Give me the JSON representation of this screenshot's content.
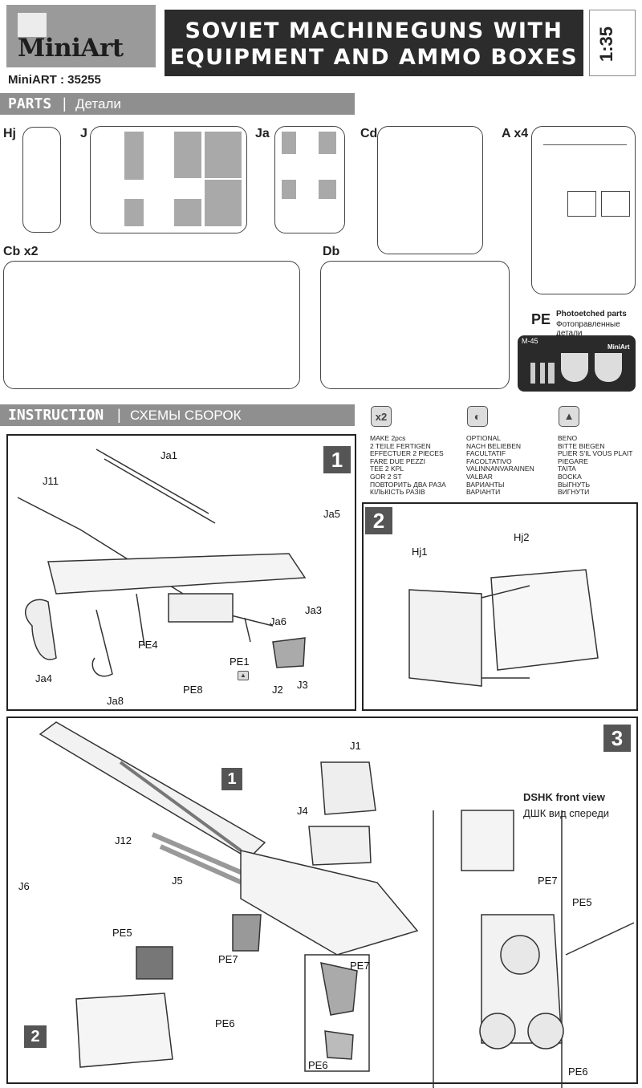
{
  "header": {
    "brand": "MiniArt",
    "title_line1": "SOVIET MACHINEGUNS WITH",
    "title_line2": "EQUIPMENT AND AMMO BOXES",
    "scale": "1:35",
    "kit_code": "MiniART : 35255"
  },
  "parts_band": {
    "label": "PARTS",
    "sep": "|",
    "label_ru": "Детали"
  },
  "instruction_band": {
    "label": "INSTRUCTION",
    "sep": "|",
    "label_ru": "СХЕМЫ СБОРОК"
  },
  "sprues": {
    "hj": "Hj",
    "j": "J",
    "ja": "Ja",
    "cd": "Cd",
    "a": "A x4",
    "cb": "Cb x2",
    "db": "Db",
    "pe": "PE",
    "pe_title": "Photoetched parts",
    "pe_title_ru": "Фотоправленные детали",
    "pe_code": "M-45",
    "pe_brand": "MiniArt"
  },
  "legend": {
    "make2": {
      "icon": "x2",
      "lines": [
        "MAKE 2pcs",
        "2 TEILE FERTIGEN",
        "EFFECTUER 2 PIECES",
        "FARE DUE PEZZI",
        "TEE 2 KPL",
        "GOR 2 ST",
        "ПОВТОРИТЬ ДВА РАЗА",
        "КІЛЬКІСТЬ РАЗІВ"
      ]
    },
    "optional": {
      "icon": "optional-icon",
      "lines": [
        "OPTIONAL",
        "NACH BELIEBEN",
        "FACULTATIF",
        "FACOLTATIVO",
        "VALINNANVARAINEN",
        "VALBAR",
        "ВАРИАНТЫ",
        "ВАРІАНТИ"
      ]
    },
    "bend": {
      "icon": "bend-icon",
      "lines": [
        "BENO",
        "BITTE BIEGEN",
        "PLIER S'IL VOUS PLAIT",
        "PIEGARE",
        "TAITA",
        "BOCKA",
        "ВЫГНУТЬ",
        "ВИГНУТИ"
      ]
    }
  },
  "steps": {
    "s1": {
      "num": "1",
      "labels": [
        "Ja1",
        "J11",
        "Ja5",
        "Ja3",
        "Ja6",
        "PE4",
        "PE1",
        "Ja4",
        "Ja8",
        "PE8",
        "J2",
        "J3"
      ]
    },
    "s2": {
      "num": "2",
      "labels": [
        "Hj1",
        "Hj2"
      ]
    },
    "s3": {
      "num": "3",
      "labels": [
        "J1",
        "J4",
        "J12",
        "J6",
        "J5",
        "PE5",
        "PE7",
        "PE6",
        "PE7",
        "PE6"
      ],
      "sub_step": "1",
      "sub_step_box": "2",
      "front_title": "DSHK front view",
      "front_title_ru": "ДШК вид спереди",
      "front_labels": [
        "PE7",
        "PE5",
        "PE6"
      ]
    }
  }
}
